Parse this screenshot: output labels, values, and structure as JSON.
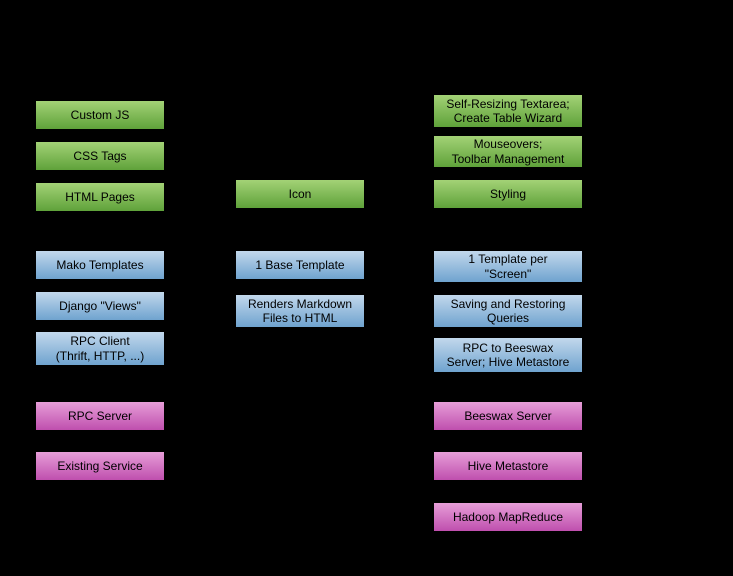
{
  "diagram": {
    "background_color": "#000000",
    "box_colors": {
      "green": {
        "top": "#a3d276",
        "bottom": "#5fa23a"
      },
      "blue": {
        "top": "#c2d8ec",
        "bottom": "#6fa3cf"
      },
      "magenta": {
        "top": "#e79ed8",
        "bottom": "#bf4fae"
      }
    },
    "columns": [
      {
        "name": "left",
        "boxes": [
          {
            "label": "Custom JS",
            "color": "green"
          },
          {
            "label": "CSS Tags",
            "color": "green"
          },
          {
            "label": "HTML Pages",
            "color": "green"
          },
          {
            "label": "Mako Templates",
            "color": "blue"
          },
          {
            "label": "Django \"Views\"",
            "color": "blue"
          },
          {
            "label": "RPC Client\n(Thrift, HTTP, ...)",
            "color": "blue"
          },
          {
            "label": "RPC Server",
            "color": "magenta"
          },
          {
            "label": "Existing Service",
            "color": "magenta"
          }
        ]
      },
      {
        "name": "middle",
        "boxes": [
          {
            "label": "Icon",
            "color": "green"
          },
          {
            "label": "1 Base Template",
            "color": "blue"
          },
          {
            "label": "Renders Markdown\nFiles to HTML",
            "color": "blue"
          }
        ]
      },
      {
        "name": "right",
        "boxes": [
          {
            "label": "Self-Resizing Textarea;\nCreate Table Wizard",
            "color": "green"
          },
          {
            "label": "Mouseovers;\nToolbar Management",
            "color": "green"
          },
          {
            "label": "Styling",
            "color": "green"
          },
          {
            "label": "1 Template per\n\"Screen\"",
            "color": "blue"
          },
          {
            "label": "Saving and Restoring\nQueries",
            "color": "blue"
          },
          {
            "label": "RPC to Beeswax\nServer; Hive Metastore",
            "color": "blue"
          },
          {
            "label": "Beeswax Server",
            "color": "magenta"
          },
          {
            "label": "Hive Metastore",
            "color": "magenta"
          },
          {
            "label": "Hadoop MapReduce",
            "color": "magenta"
          }
        ]
      }
    ]
  }
}
